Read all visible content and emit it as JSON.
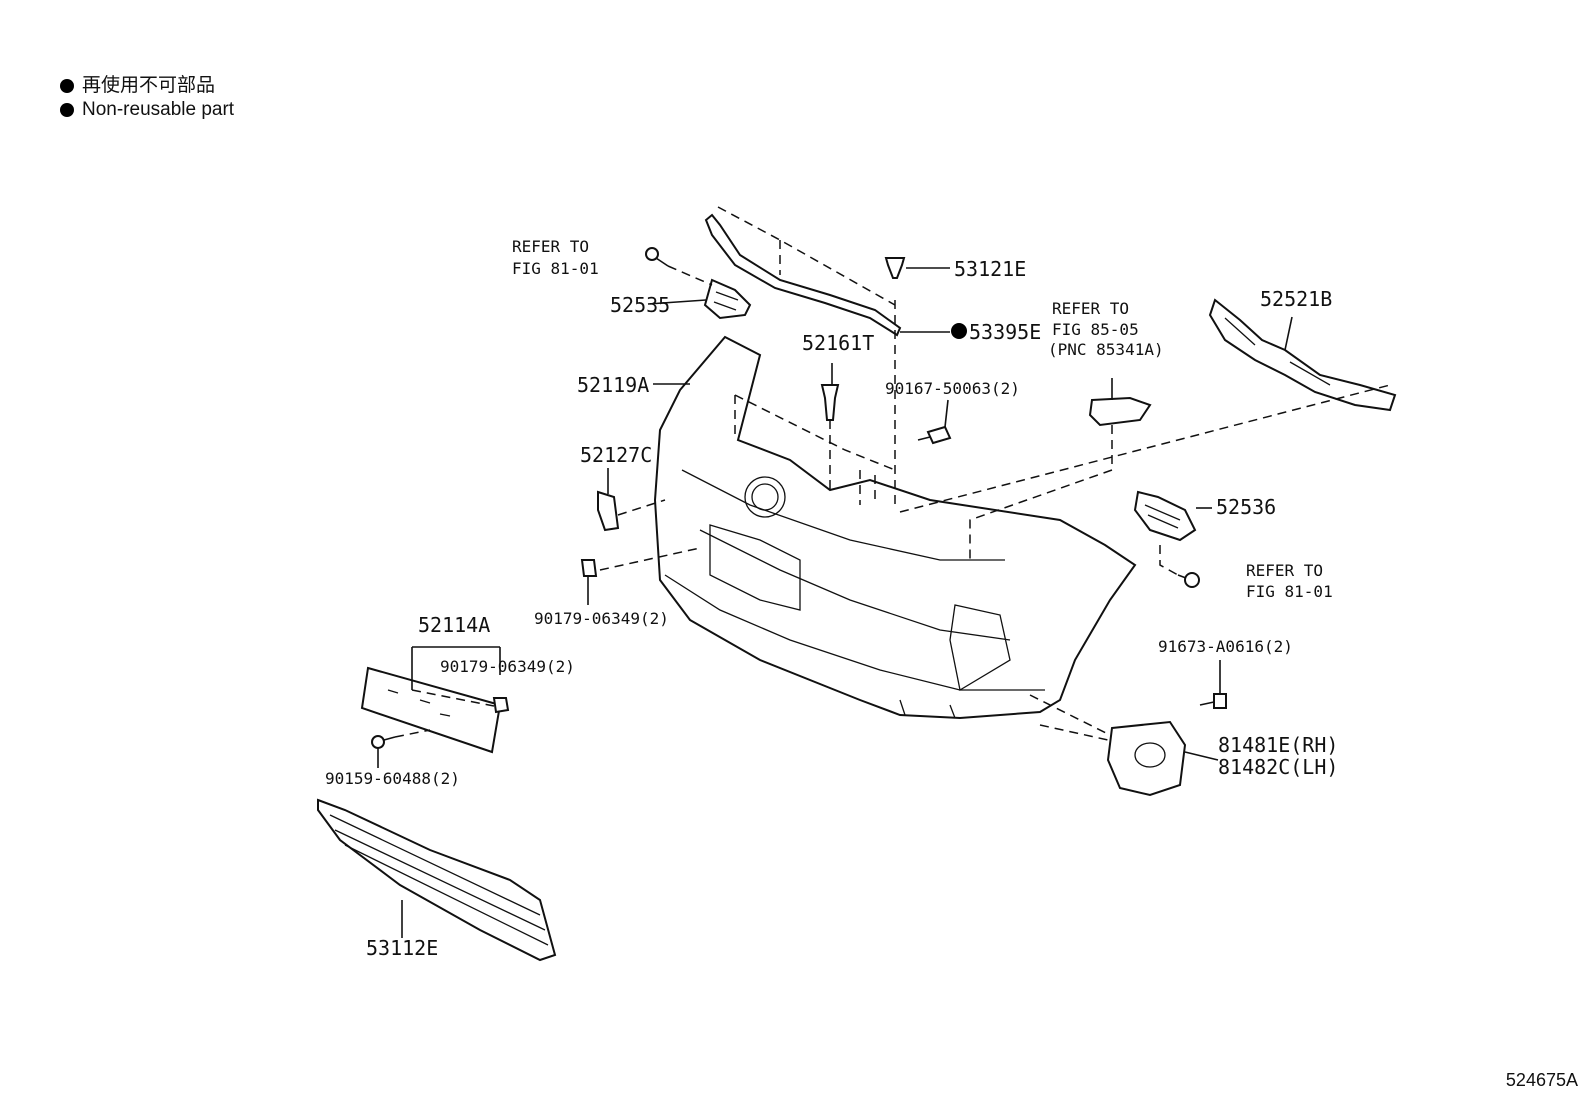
{
  "legend": [
    {
      "text": "再使用不可部品"
    },
    {
      "text": "Non-reusable part"
    }
  ],
  "labels": {
    "p52535": "52535",
    "p53121E": "53121E",
    "p53395E": "53395E",
    "p52521B": "52521B",
    "p52161T": "52161T",
    "p52119A": "52119A",
    "p90167": "90167-50063(2)",
    "p52127C": "52127C",
    "p52536": "52536",
    "p90179a": "90179-06349(2)",
    "p52114A": "52114A",
    "p90179b": "90179-06349(2)",
    "p90159": "90159-60488(2)",
    "p91673": "91673-A0616(2)",
    "p81481E": "81481E(RH)",
    "p81482C": "81482C(LH)",
    "p53112E": "53112E"
  },
  "refs": {
    "ref1_a": "REFER TO",
    "ref1_b": "FIG 81-01",
    "ref2_a": "REFER TO",
    "ref2_b": "FIG 85-05",
    "ref2_c": "(PNC 85341A)",
    "ref3_a": "REFER TO",
    "ref3_b": "FIG 81-01"
  },
  "diagram_code": "524675A"
}
